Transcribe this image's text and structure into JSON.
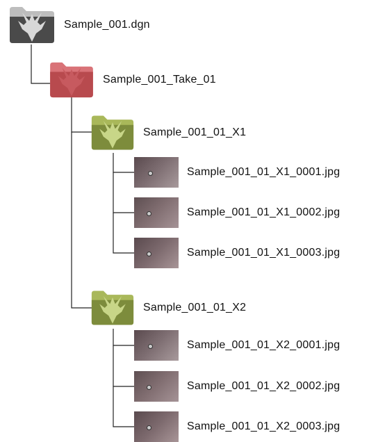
{
  "tree": {
    "root": {
      "label": "Sample_001.dgn",
      "icon": "folder-dragon-gray-icon",
      "color": "#4a4a4a"
    },
    "take": {
      "label": "Sample_001_Take_01",
      "icon": "folder-dragon-red-icon",
      "color": "#b84a4e"
    },
    "x1": {
      "label": "Sample_001_01_X1",
      "icon": "folder-dragon-green-icon",
      "color": "#7d8c3c",
      "files": [
        {
          "label": "Sample_001_01_X1_0001.jpg",
          "icon": "image-thumbnail-icon"
        },
        {
          "label": "Sample_001_01_X1_0002.jpg",
          "icon": "image-thumbnail-icon"
        },
        {
          "label": "Sample_001_01_X1_0003.jpg",
          "icon": "image-thumbnail-icon"
        }
      ]
    },
    "x2": {
      "label": "Sample_001_01_X2",
      "icon": "folder-dragon-green-icon",
      "color": "#7d8c3c",
      "files": [
        {
          "label": "Sample_001_01_X2_0001.jpg",
          "icon": "image-thumbnail-icon"
        },
        {
          "label": "Sample_001_01_X2_0002.jpg",
          "icon": "image-thumbnail-icon"
        },
        {
          "label": "Sample_001_01_X2_0003.jpg",
          "icon": "image-thumbnail-icon"
        }
      ]
    }
  },
  "colors": {
    "line": "#222222",
    "thumb_dark": "#5a4a4e",
    "thumb_light": "#a89a9c"
  }
}
